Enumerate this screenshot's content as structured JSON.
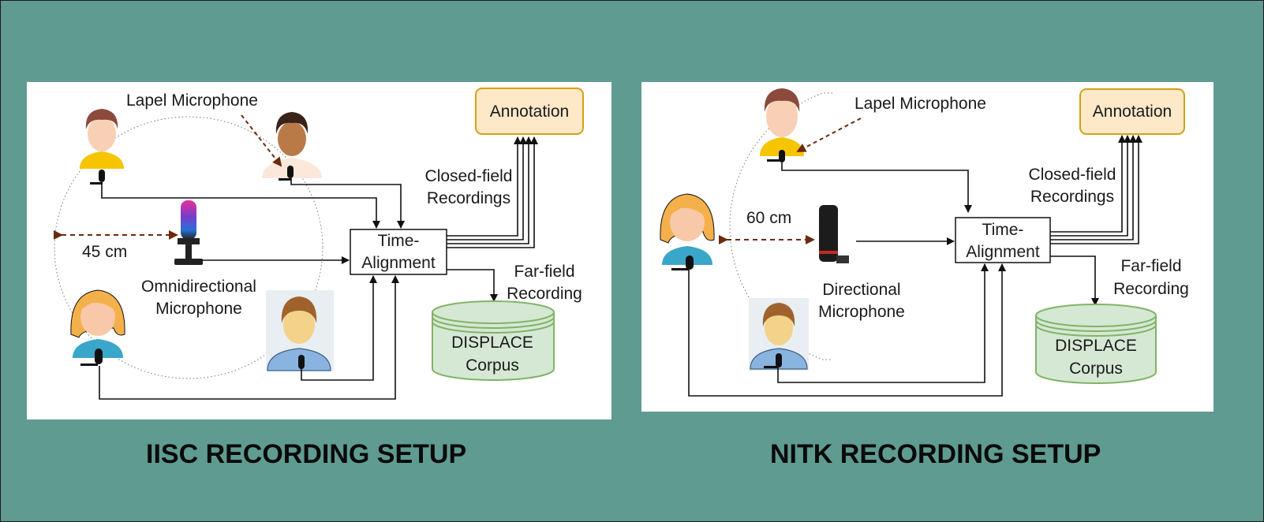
{
  "left": {
    "title": "IISC RECORDING SETUP",
    "lapel_label": "Lapel Microphone",
    "distance": "45 cm",
    "mic_label_1": "Omnidirectional",
    "mic_label_2": "Microphone",
    "align_1": "Time-",
    "align_2": "Alignment",
    "closed_1": "Closed-field",
    "closed_2": "Recordings",
    "far_1": "Far-field",
    "far_2": "Recording",
    "annotation": "Annotation",
    "corpus_1": "DISPLACE",
    "corpus_2": "Corpus"
  },
  "right": {
    "title": "NITK RECORDING SETUP",
    "lapel_label": "Lapel Microphone",
    "distance": "60 cm",
    "mic_label_1": "Directional",
    "mic_label_2": "Microphone",
    "align_1": "Time-",
    "align_2": "Alignment",
    "closed_1": "Closed-field",
    "closed_2": "Recordings",
    "far_1": "Far-field",
    "far_2": "Recording",
    "annotation": "Annotation",
    "corpus_1": "DISPLACE",
    "corpus_2": "Corpus"
  },
  "colors": {
    "background": "#5f9b91",
    "annotation_fill": "#fde8c8",
    "annotation_stroke": "#d4a017",
    "corpus_fill": "#d5e8d4",
    "corpus_stroke": "#82b366",
    "distance_arrow": "#6b2b0f"
  },
  "icons": [
    "person-icon",
    "microphone-icon",
    "lapel-mic-icon"
  ]
}
